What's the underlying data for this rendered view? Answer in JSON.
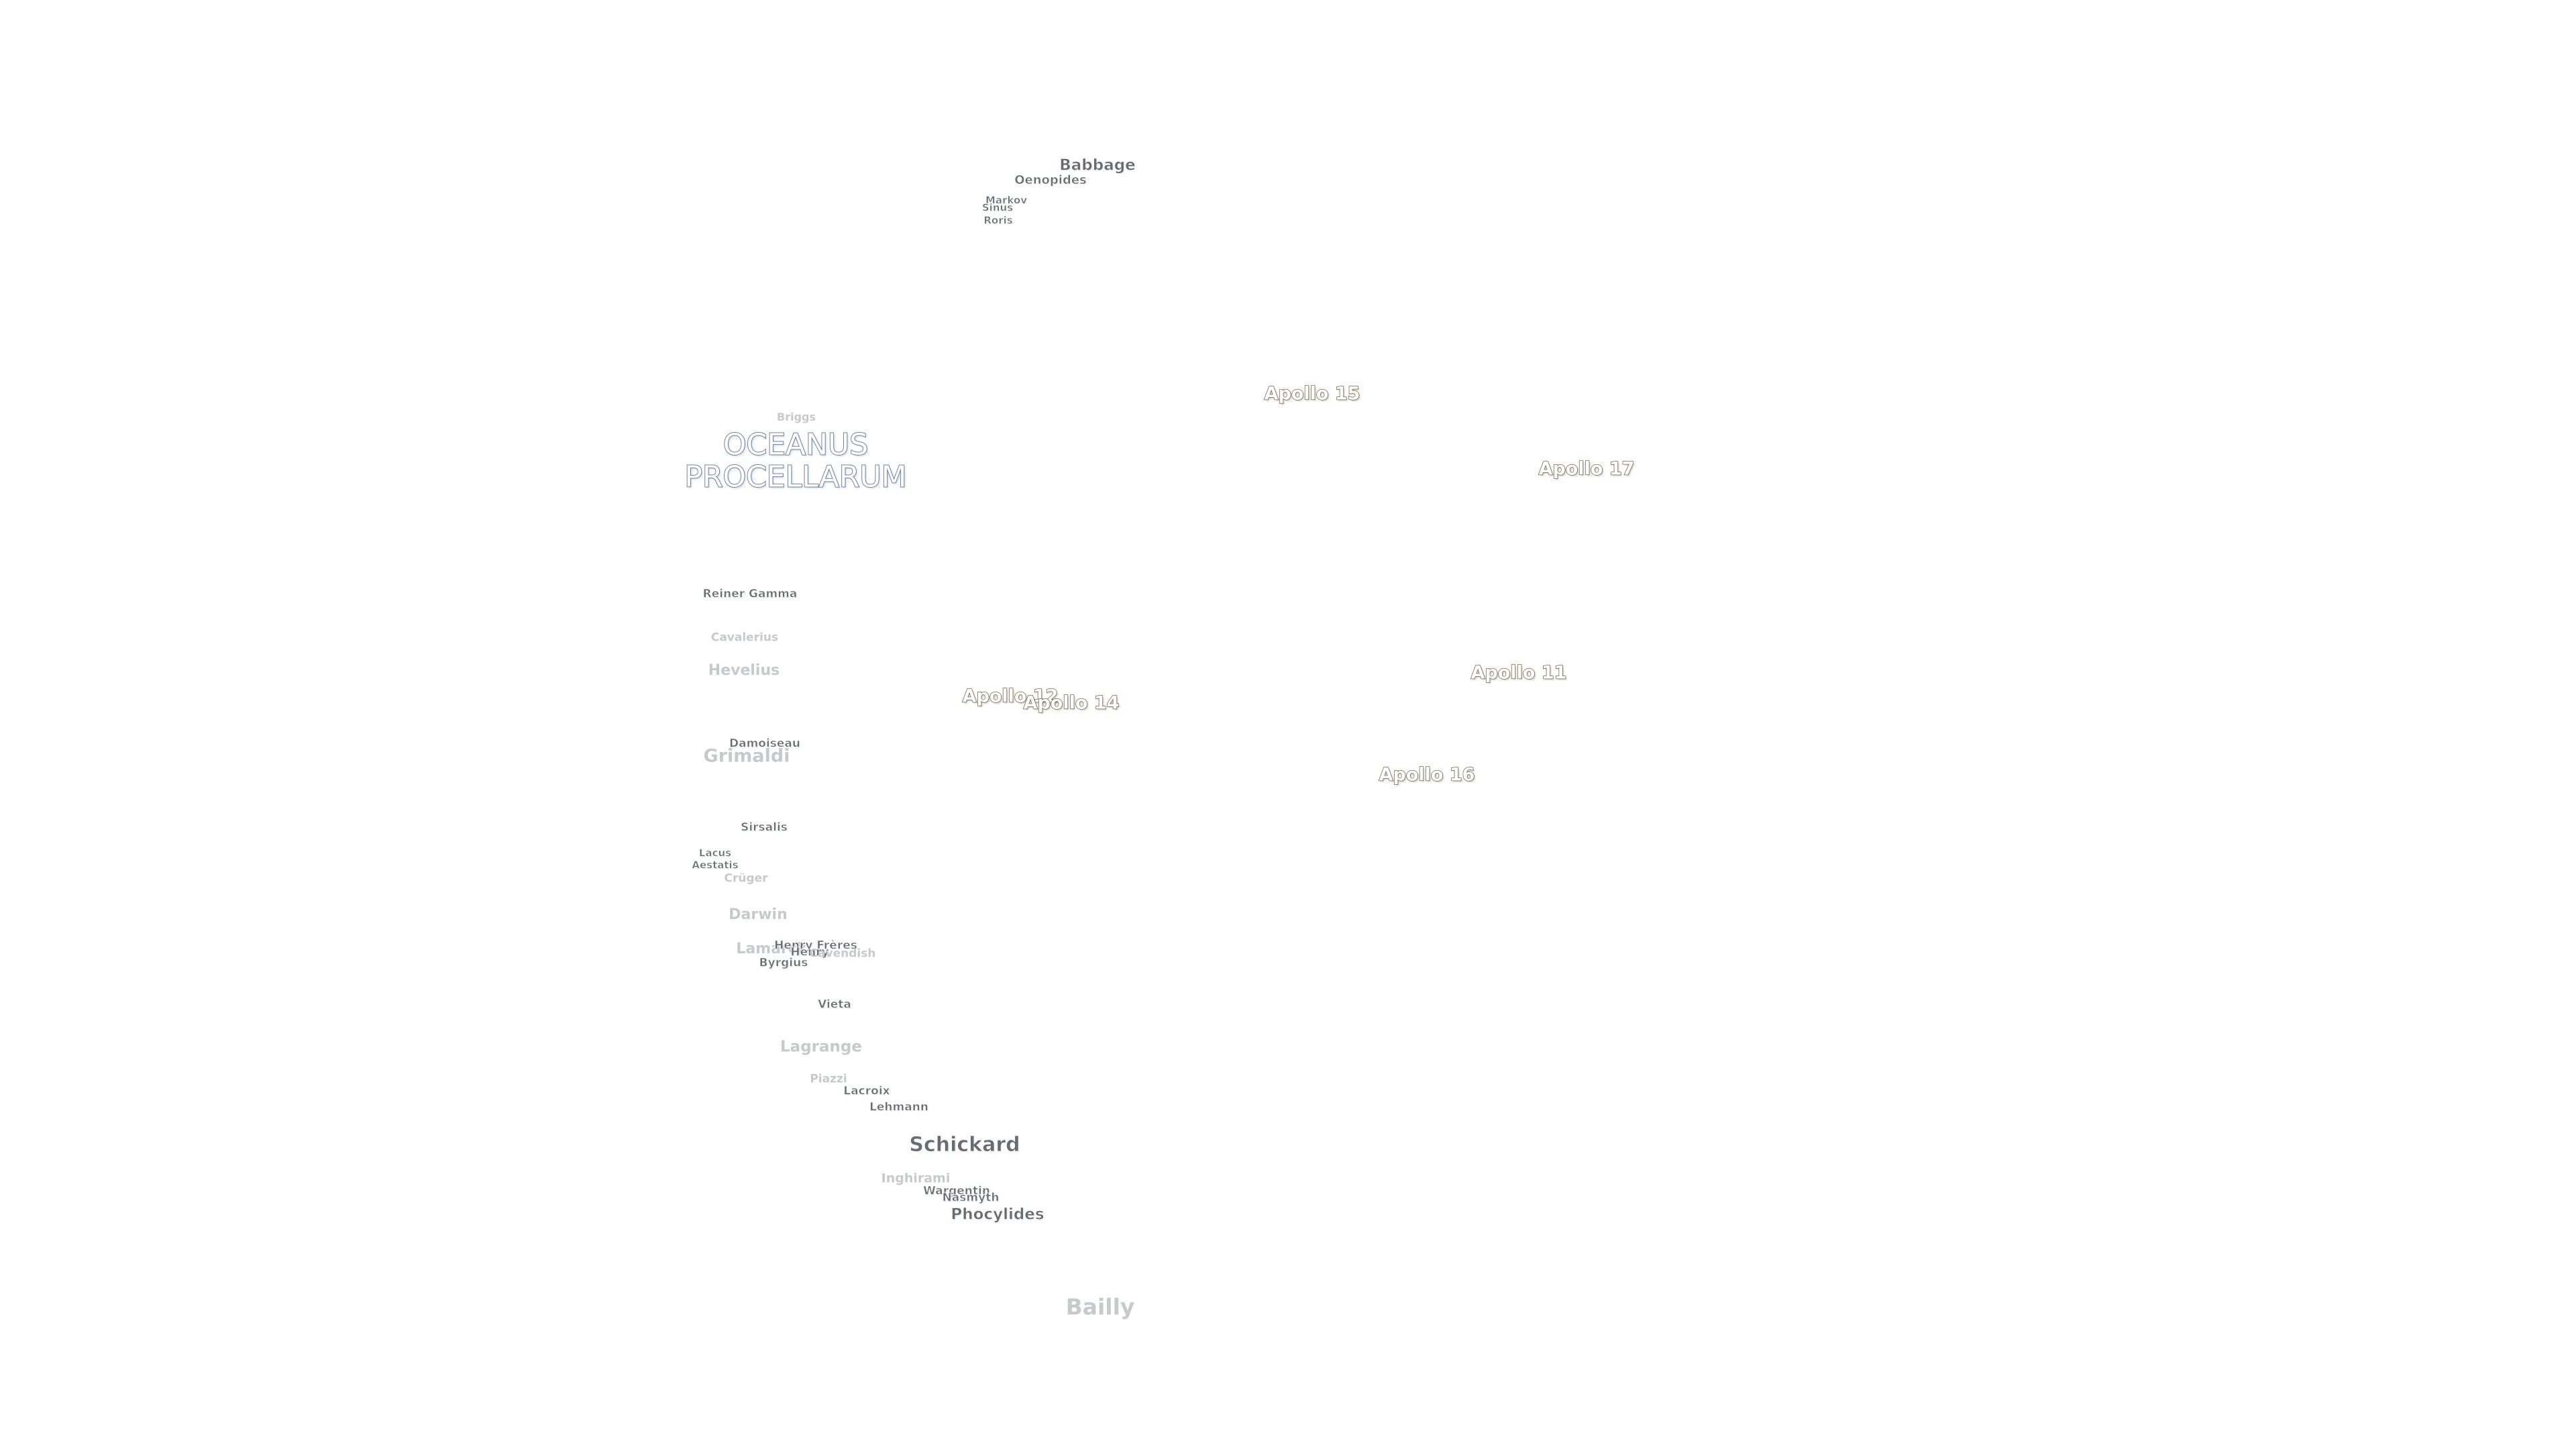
{
  "map": {
    "background_color": "#ffffff",
    "feature_label_color": "#676c73",
    "faint_label_color": "#c7c9cc",
    "apollo_outline_color": "#7a6a55",
    "ocean_outline_color": "#6e86a3"
  },
  "regions": {
    "oceanus_line1": "OCEANUS",
    "oceanus_line2": "PROCELLARUM"
  },
  "apollo_sites": {
    "apollo_11": "Apollo 11",
    "apollo_12": "Apollo 12",
    "apollo_14": "Apollo 14",
    "apollo_15": "Apollo 15",
    "apollo_16": "Apollo 16",
    "apollo_17": "Apollo 17"
  },
  "craters": {
    "babbage": "Babbage",
    "oenopides": "Oenopides",
    "markov": "Markov",
    "sinus": "Sinus",
    "roris": "Roris",
    "briggs": "Briggs",
    "reiner_gamma": "Reiner Gamma",
    "cavalerius": "Cavalerius",
    "hevelius": "Hevelius",
    "damoiseau": "Damoiseau",
    "grimaldi": "Grimaldi",
    "sirsalis": "Sirsalis",
    "lacus": "Lacus",
    "aestatis": "Aestatis",
    "cruger": "Crüger",
    "darwin": "Darwin",
    "lamarck": "Lamarck",
    "henry_freres": "Henry Frères",
    "henry": "Henry",
    "cavendish": "Cavendish",
    "byrgius": "Byrgius",
    "vieta": "Vieta",
    "lagrange": "Lagrange",
    "piazzi": "Piazzi",
    "lacroix": "Lacroix",
    "lehmann": "Lehmann",
    "schickard": "Schickard",
    "inghirami": "Inghirami",
    "wargentin": "Wargentin",
    "nasmyth": "Nasmyth",
    "phocylides": "Phocylides",
    "bailly": "Bailly"
  }
}
